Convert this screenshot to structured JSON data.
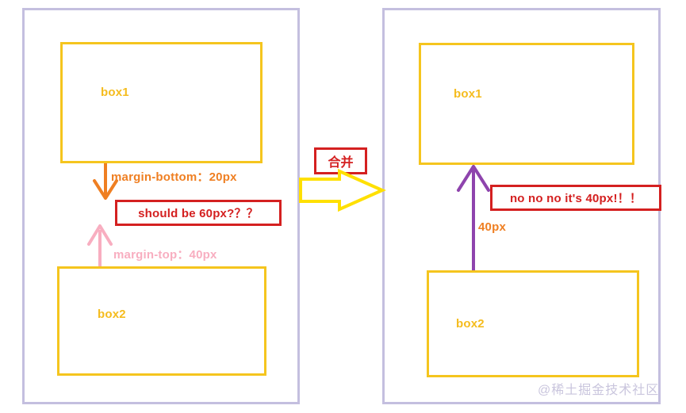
{
  "diagram": {
    "title": "CSS margin collapse illustration",
    "colors": {
      "panel_border": "#c4bfdf",
      "box_border": "#f5c51e",
      "box_label": "#f5bc1e",
      "callout_red": "#d42020",
      "orange": "#ef7f22",
      "pink": "#f8aec0",
      "purple": "#8e44ad",
      "yellow_arrow": "#ffe000",
      "watermark": "#c9c5dd",
      "background": "#ffffff"
    }
  },
  "left_panel": {
    "box1_label": "box1",
    "box2_label": "box2",
    "margin_bottom_text": "margin-bottom：20px",
    "margin_top_text": "margin-top：40px",
    "callout_text": "should be 60px?？？",
    "down_arrow_icon": "arrow-down-icon",
    "up_arrow_icon": "arrow-up-icon"
  },
  "middle": {
    "merge_label": "合并",
    "arrow_icon": "arrow-right-outline-icon"
  },
  "right_panel": {
    "box1_label": "box1",
    "box2_label": "box2",
    "gap_value_text": "40px",
    "callout_text": "no no no it's 40px!！！",
    "up_arrow_icon": "arrow-up-icon"
  },
  "watermark": {
    "text": "@稀土掘金技术社区"
  }
}
